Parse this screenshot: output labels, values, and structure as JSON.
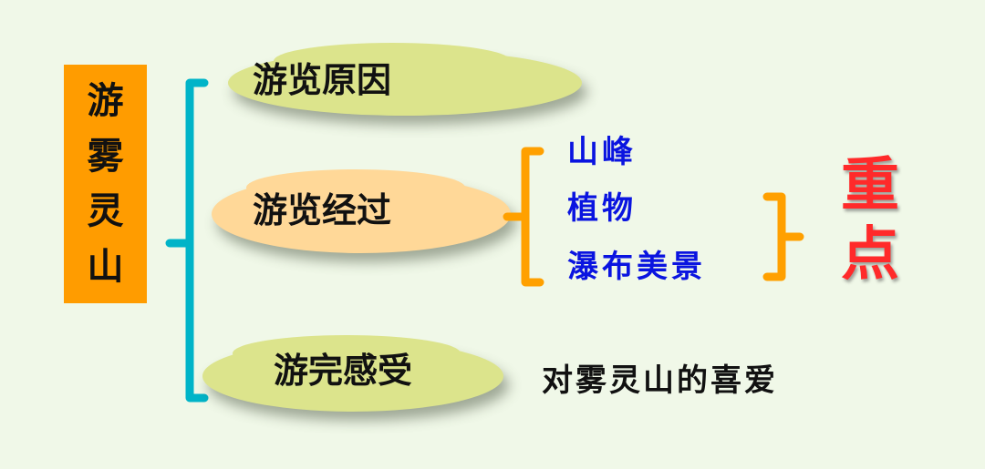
{
  "title": {
    "chars": [
      "游",
      "雾",
      "灵",
      "山"
    ],
    "bg_color": "#ff9c00"
  },
  "branches": [
    {
      "label": "游览原因",
      "cloud_color": "#dce48c"
    },
    {
      "label": "游览经过",
      "cloud_color": "#ffd898"
    },
    {
      "label": "游完感受",
      "cloud_color": "#dce48c"
    }
  ],
  "process_items": [
    "山峰",
    "植物",
    "瀑布美景"
  ],
  "key_point": {
    "chars": [
      "重",
      "点"
    ],
    "color": "#ff2a2a"
  },
  "feeling": "对雾灵山的喜爱",
  "colors": {
    "background": "#f0f8e8",
    "main_bracket": "#00b4c8",
    "sub_bracket": "#ffa000",
    "process_text": "#0a14e0"
  }
}
